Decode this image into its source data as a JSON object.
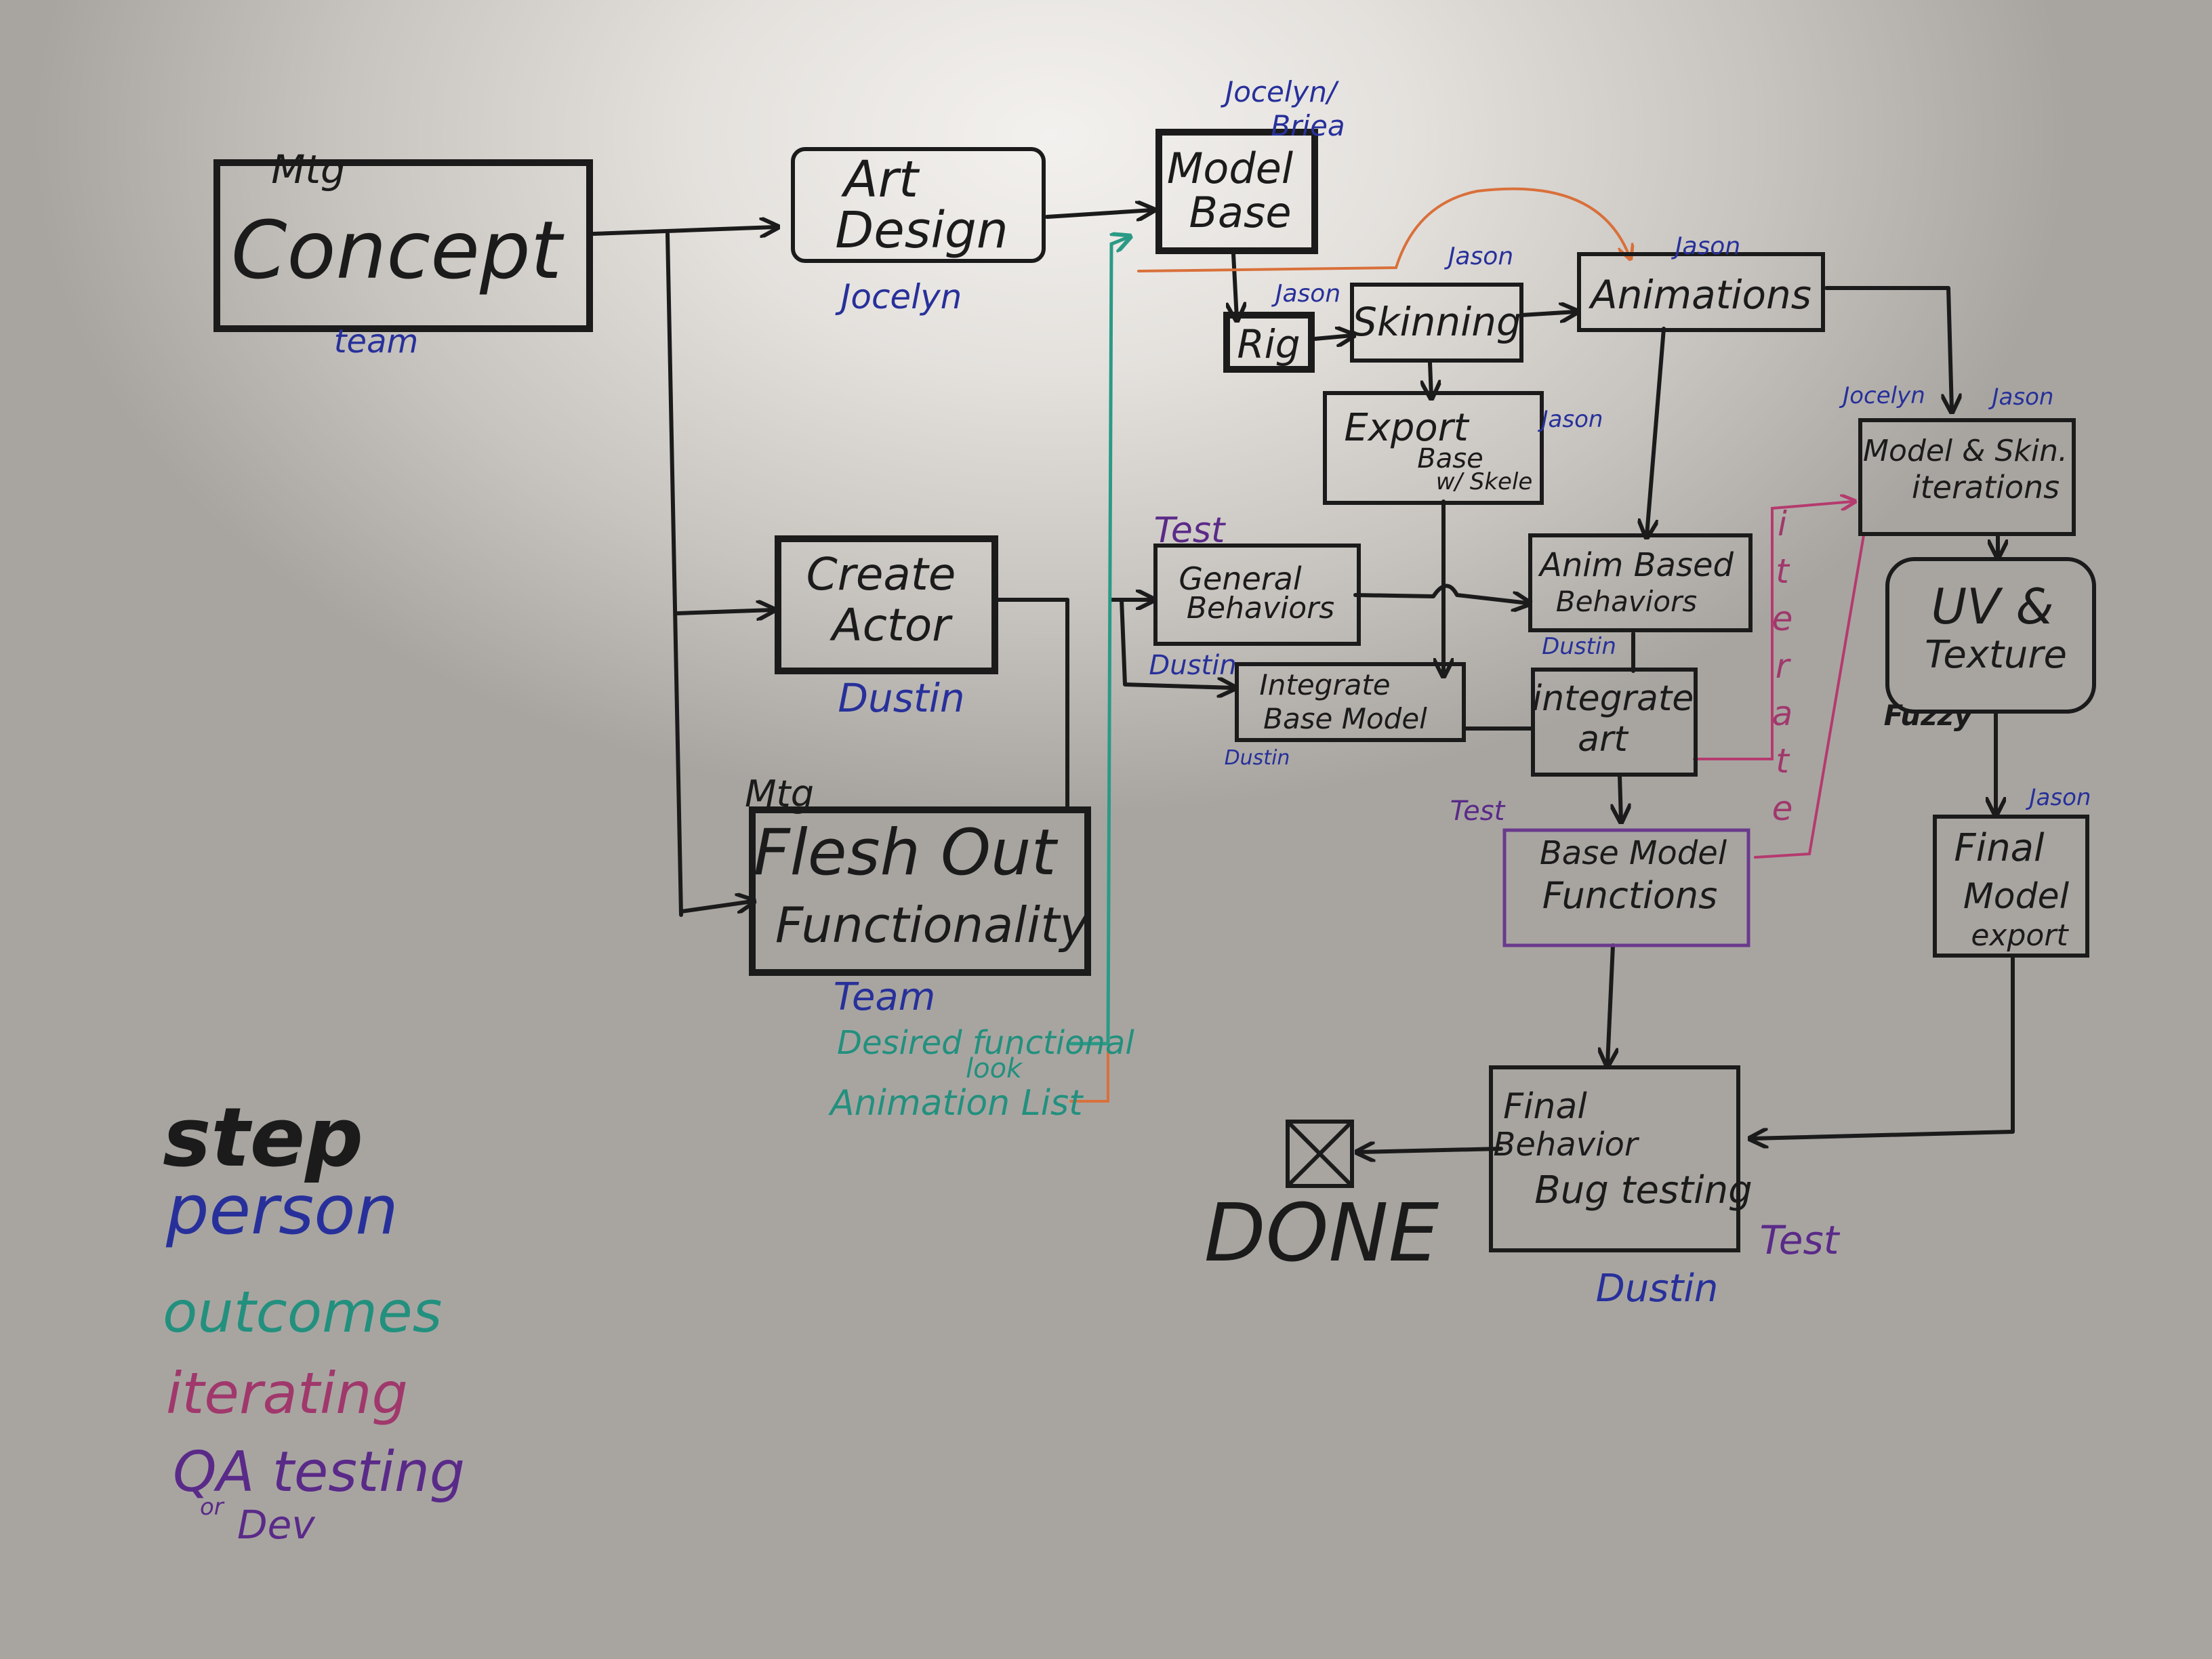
{
  "nodes": {
    "concept": {
      "tag": "Mtg",
      "label": "Concept",
      "person": "team"
    },
    "art_design": {
      "line1": "Art",
      "line2": "Design",
      "person": "Jocelyn"
    },
    "model_base": {
      "line1": "Model",
      "line2": "Base",
      "person_line1": "Jocelyn/",
      "person_line2": "Briea"
    },
    "rig": {
      "label": "Rig",
      "person": "Jason"
    },
    "skinning": {
      "label": "Skinning",
      "person": "Jason"
    },
    "animations": {
      "label": "Animations",
      "person": "Jason"
    },
    "export": {
      "line1": "Export",
      "line2": "Base",
      "line3": "w/ Skele",
      "person": "Jason"
    },
    "model_skin_iterations": {
      "line1": "Model & Skin.",
      "line2": "iterations",
      "person_left": "Jocelyn",
      "person_right": "Jason"
    },
    "uv_texture": {
      "line1": "UV &",
      "line2": "Texture",
      "person": "Fuzzy"
    },
    "final_model_export": {
      "line1": "Final",
      "line2": "Model",
      "line3": "export",
      "person": "Jason"
    },
    "create_actor": {
      "line1": "Create",
      "line2": "Actor",
      "person": "Dustin"
    },
    "general_behaviors": {
      "line1": "General",
      "line2": "Behaviors",
      "tag": "Test",
      "person": "Dustin"
    },
    "anim_based_behaviors": {
      "line1": "Anim Based",
      "line2": "Behaviors",
      "person": "Dustin"
    },
    "integrate_base_model": {
      "line1": "Integrate",
      "line2": "Base Model",
      "person": "Dustin"
    },
    "integrate_art": {
      "line1": "integrate",
      "line2": "art"
    },
    "base_model_functions": {
      "line1": "Base Model",
      "line2": "Functions",
      "tag": "Test"
    },
    "flesh_out": {
      "tag": "Mtg",
      "line1": "Flesh Out",
      "line2": "Functionality",
      "person": "Team"
    },
    "final_behavior": {
      "line1": "Final",
      "line2": "Behavior",
      "line3": "Bug testing",
      "tag": "Test",
      "person": "Dustin"
    },
    "done": {
      "label": "DONE"
    }
  },
  "outcomes": {
    "desired_line1": "Desired functional",
    "desired_line2": "look",
    "animation_list": "Animation List"
  },
  "iterate_label": "iterate",
  "legend": {
    "step": "step",
    "person": "person",
    "outcomes": "outcomes",
    "iterating": "iterating",
    "qa": "QA testing",
    "or": "or",
    "dev": "Dev"
  },
  "colors": {
    "step": "#1b1b1b",
    "person": "#27309a",
    "outcomes": "#23907e",
    "iterating": "#a0386c",
    "qa": "#5a2a88",
    "orange_link": "#d9703a"
  }
}
